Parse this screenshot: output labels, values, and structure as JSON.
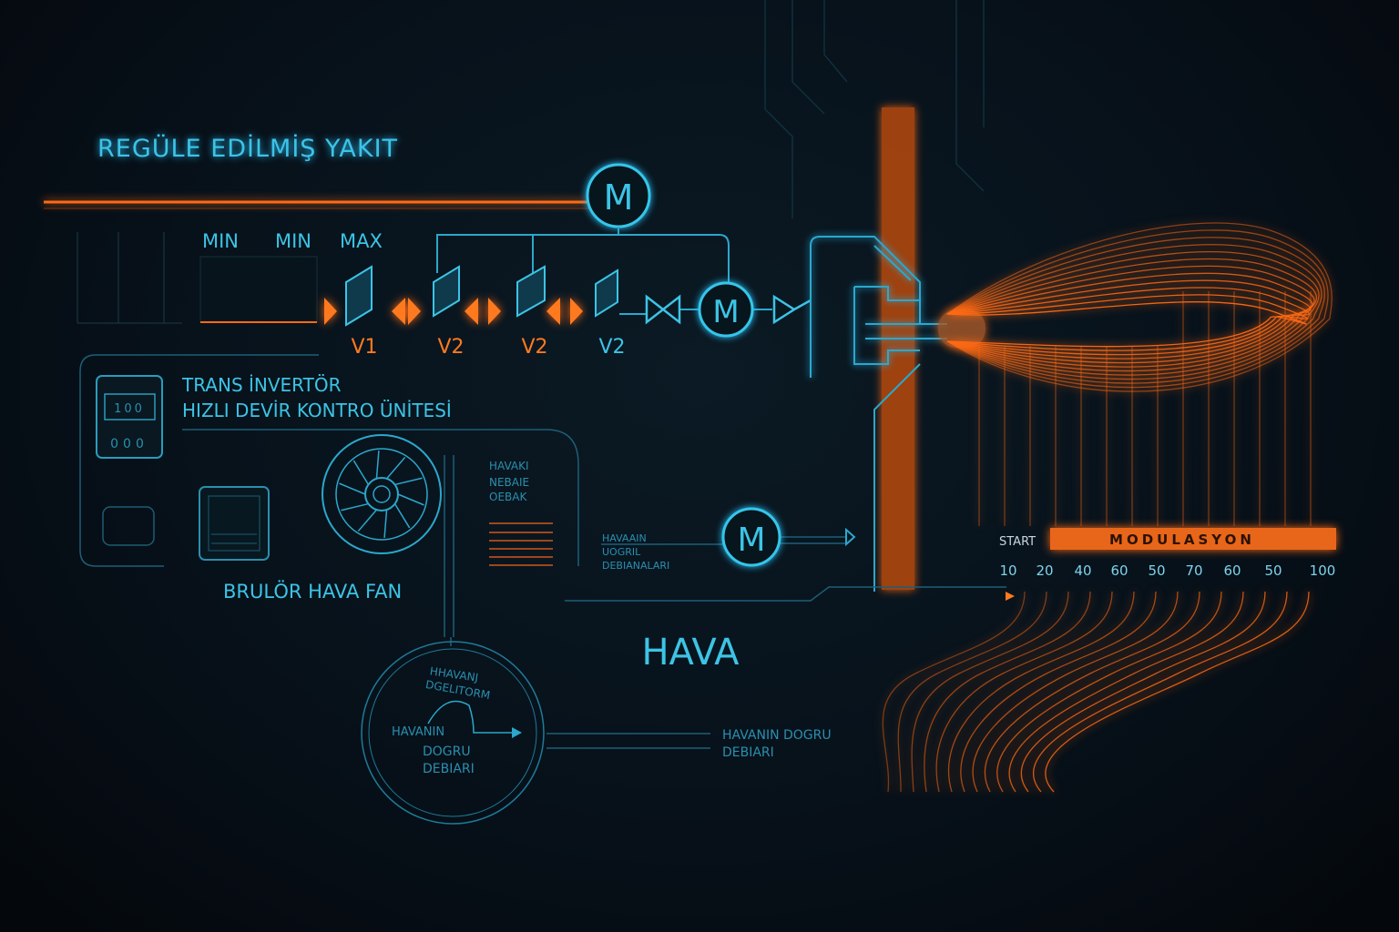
{
  "title": "REGÜLE EDİLMİŞ YAKIT",
  "motor_label": "M",
  "limits": [
    "MIN",
    "MIN",
    "MAX"
  ],
  "valves": [
    {
      "label": "V1",
      "color": "#ff7a1f"
    },
    {
      "label": "V2",
      "color": "#ff7a1f"
    },
    {
      "label": "V2",
      "color": "#ff7a1f"
    },
    {
      "label": "V2",
      "color": "#3cc4e6"
    }
  ],
  "inverter": {
    "line1": "TRANS İNVERTÖR",
    "line2": "HIZLI DEVİR KONTRO ÜNİTESİ",
    "display_value": "100",
    "display_buttons": "000"
  },
  "fan": {
    "label": "BRULÖR HAVA FAN",
    "side_text": [
      "HAVAKI",
      "NEBAIE",
      "OEBAK"
    ]
  },
  "air_motor_text": [
    "HAVAAIN",
    "UOGRIL",
    "DEBIANALARI"
  ],
  "air_label": "HAVA",
  "flow_dial": {
    "arc_text": [
      "HHAVANJ",
      "DGELITORM"
    ],
    "text": [
      "HAVANIN",
      "DOGRU",
      "DEBIARI"
    ]
  },
  "flow_output_text": [
    "HAVANIN  DOGRU",
    "DEBIARI"
  ],
  "modulation": {
    "start_label": "START",
    "bar_label": "MODULASYON",
    "scale": [
      "10",
      "20",
      "40",
      "60",
      "50",
      "70",
      "60",
      "50",
      "100"
    ]
  },
  "colors": {
    "accent_cyan": "#3cc4e6",
    "accent_orange": "#ff7a1f",
    "background": "#07111a"
  }
}
